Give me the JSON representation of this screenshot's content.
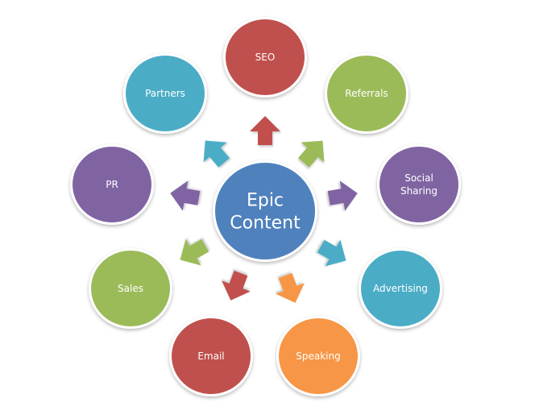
{
  "diagram": {
    "type": "radial-hub",
    "center": {
      "label_lines": [
        "Epic",
        "Content"
      ],
      "color": "#4f81bd"
    },
    "nodes": [
      {
        "id": "seo",
        "label_lines": [
          "SEO"
        ],
        "color": "#c0504d"
      },
      {
        "id": "referrals",
        "label_lines": [
          "Referrals"
        ],
        "color": "#9bbb59"
      },
      {
        "id": "social-sharing",
        "label_lines": [
          "Social",
          "Sharing"
        ],
        "color": "#8064a2"
      },
      {
        "id": "advertising",
        "label_lines": [
          "Advertising"
        ],
        "color": "#4bacc6"
      },
      {
        "id": "speaking",
        "label_lines": [
          "Speaking"
        ],
        "color": "#f79646"
      },
      {
        "id": "email",
        "label_lines": [
          "Email"
        ],
        "color": "#c0504d"
      },
      {
        "id": "sales",
        "label_lines": [
          "Sales"
        ],
        "color": "#9bbb59"
      },
      {
        "id": "pr",
        "label_lines": [
          "PR"
        ],
        "color": "#8064a2"
      },
      {
        "id": "partners",
        "label_lines": [
          "Partners"
        ],
        "color": "#4bacc6"
      }
    ],
    "edges": [
      {
        "from": "center",
        "to": "seo",
        "color": "#c0504d"
      },
      {
        "from": "center",
        "to": "referrals",
        "color": "#9bbb59"
      },
      {
        "from": "center",
        "to": "social-sharing",
        "color": "#8064a2"
      },
      {
        "from": "center",
        "to": "advertising",
        "color": "#4bacc6"
      },
      {
        "from": "center",
        "to": "speaking",
        "color": "#f79646"
      },
      {
        "from": "center",
        "to": "email",
        "color": "#c0504d"
      },
      {
        "from": "center",
        "to": "sales",
        "color": "#9bbb59"
      },
      {
        "from": "center",
        "to": "pr",
        "color": "#8064a2"
      },
      {
        "from": "center",
        "to": "partners",
        "color": "#4bacc6"
      }
    ]
  }
}
